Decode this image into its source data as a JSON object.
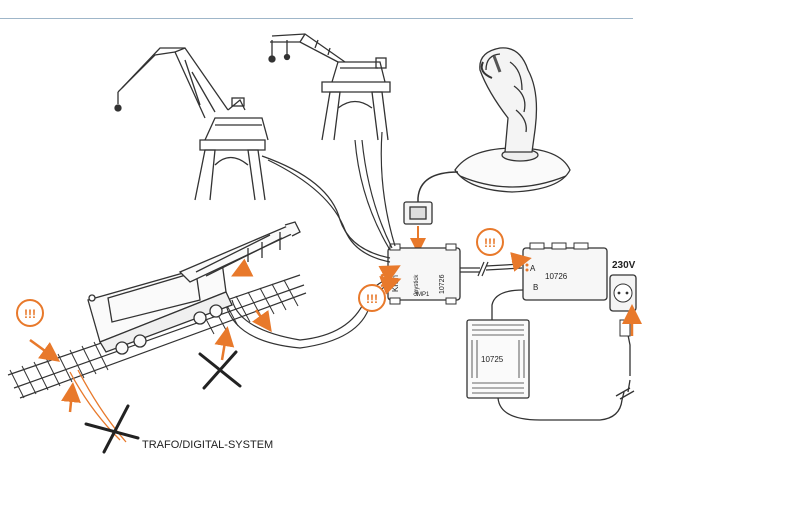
{
  "diagram": {
    "caption": "TRAFO/DIGITAL-SYSTEM",
    "voltage_label": "230V",
    "warnings": [
      "!!!",
      "!!!",
      "!!!"
    ],
    "interface_box": {
      "lines": [
        "Kran",
        "Joystick",
        "10726",
        "JMP1"
      ]
    },
    "control_unit": {
      "model": "10726",
      "port_a": "A",
      "port_b": "B"
    },
    "transformer": {
      "model": "10725"
    }
  },
  "colors": {
    "accent_orange": "#e8792b",
    "line": "#333333",
    "rule": "#9fb6c9"
  }
}
